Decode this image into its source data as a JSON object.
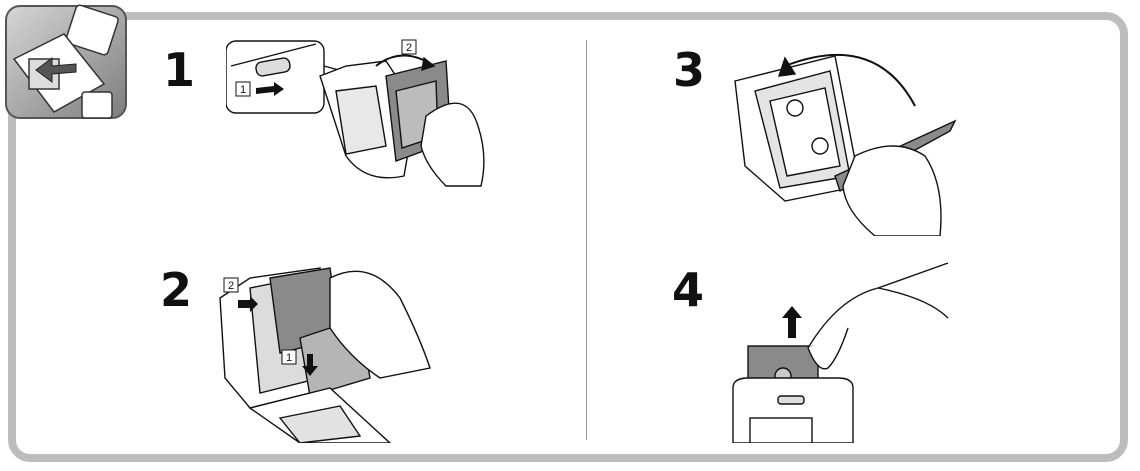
{
  "steps": [
    {
      "number": "1",
      "callouts": [
        "1",
        "2"
      ]
    },
    {
      "number": "2",
      "callouts": [
        "2",
        "1"
      ]
    },
    {
      "number": "3",
      "callouts": []
    },
    {
      "number": "4",
      "callouts": []
    }
  ],
  "icons": {
    "thumbnail": "battery-cover-removal-icon",
    "step1": "slide-and-open-cover-illustration",
    "step2": "remove-film-pack-illustration",
    "step3": "close-cover-illustration",
    "step4": "pull-out-film-illustration"
  },
  "colors": {
    "frame": "#bdbdbd",
    "ink": "#111111",
    "shade": "#8a8a8a",
    "thumb_bg": "#9e9e9e"
  }
}
